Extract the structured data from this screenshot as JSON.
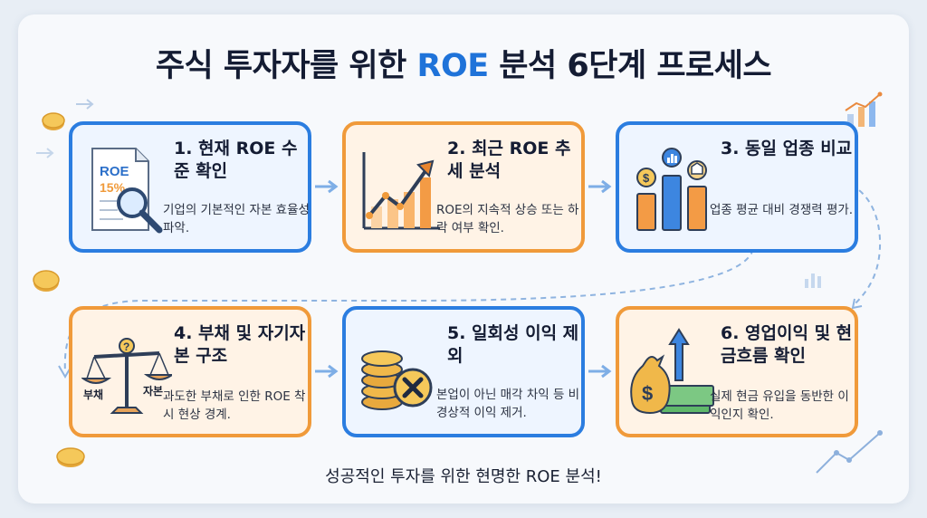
{
  "title": {
    "prefix": "주식 투자자를 위한 ",
    "highlight": "ROE",
    "suffix": " 분석 6단계 프로세스"
  },
  "steps": [
    {
      "title": "1. 현재 ROE 수준 확인",
      "desc": "기업의 기본적인 자본 효율성 파악."
    },
    {
      "title": "2. 최근 ROE 추세 분석",
      "desc": "ROE의 지속적 상승 또는 하락 여부 확인."
    },
    {
      "title": "3. 동일 업종 비교",
      "desc": "업종 평균 대비 경쟁력 평가."
    },
    {
      "title": "4. 부채 및 자기자본 구조",
      "desc": "과도한 부채로 인한 ROE 착시 현상 경계."
    },
    {
      "title": "5. 일회성 이익 제외",
      "desc": "본업이 아닌 매각 차익 등 비경상적 이익 제거."
    },
    {
      "title": "6. 영업이익 및 현금흐름 확인",
      "desc": "실제 현금 유입을 동반한 이익인지 확인."
    }
  ],
  "icon_labels": {
    "doc_roe": "ROE",
    "doc_pct": "15%",
    "scale_left": "부채",
    "scale_right": "자본",
    "scale_top": "?",
    "dollar": "$"
  },
  "footer": "성공적인 투자를 위한 현명한 ROE 분석!",
  "colors": {
    "blue": "#2b7de0",
    "orange": "#f09a3a",
    "title_highlight": "#1f73d9"
  }
}
